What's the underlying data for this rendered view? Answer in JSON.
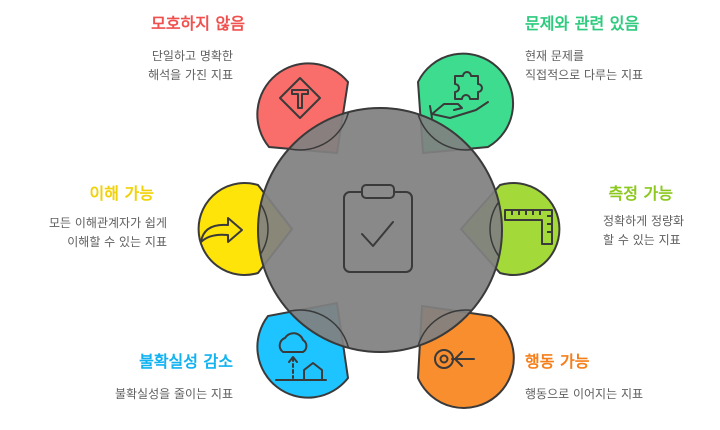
{
  "center": {
    "icon": "clipboard-check-icon",
    "color": "#8a8a8a"
  },
  "criteria": [
    {
      "id": "unambiguous",
      "title": "모호하지 않음",
      "lines": [
        "단일하고 명확한",
        "해석을 가진 지표"
      ],
      "color": "#f96e6a",
      "title_color": "#f0504e",
      "icon": "road-sign-icon"
    },
    {
      "id": "relevant",
      "title": "문제와 관련 있음",
      "lines": [
        "현재 문제를",
        "직접적으로 다루는 지표"
      ],
      "color": "#3ddc8f",
      "title_color": "#2ecb7f",
      "icon": "puzzle-hand-icon"
    },
    {
      "id": "measurable",
      "title": "측정 가능",
      "lines": [
        "정확하게 정량화",
        "할 수 있는 지표"
      ],
      "color": "#a4d93a",
      "title_color": "#8cc81e",
      "icon": "ruler-icon"
    },
    {
      "id": "actionable",
      "title": "행동 가능",
      "lines": [
        "행동으로 이어지는 지표"
      ],
      "color": "#f98e2f",
      "title_color": "#f57f19",
      "icon": "target-arrow-icon"
    },
    {
      "id": "uncertainty",
      "title": "불확실성 감소",
      "lines": [
        "불확실성을 줄이는 지표"
      ],
      "color": "#1ec4ff",
      "title_color": "#11b2f0",
      "icon": "cloud-house-icon"
    },
    {
      "id": "understandable",
      "title": "이해 가능",
      "lines": [
        "모든 이해관계자가 쉽게",
        "이해할 수 있는 지표"
      ],
      "color": "#ffe40a",
      "title_color": "#f0d20a",
      "icon": "curved-arrow-icon"
    }
  ]
}
